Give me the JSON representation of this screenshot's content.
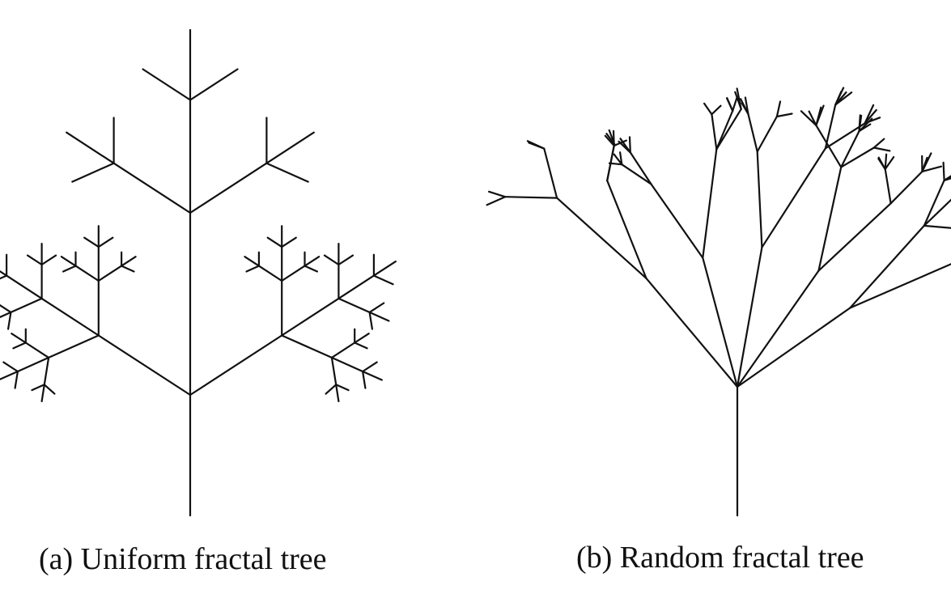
{
  "figure": {
    "panels": [
      {
        "caption": "(a) Uniform fractal tree",
        "kind": "uniform"
      },
      {
        "caption": "(b) Random fractal tree",
        "kind": "random"
      }
    ],
    "line_color": "#111111",
    "background": "#ffffff"
  }
}
